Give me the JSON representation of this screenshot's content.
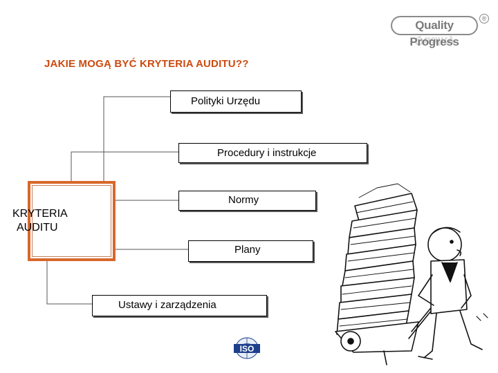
{
  "logo": {
    "text": "Quality Progress",
    "registered": "®"
  },
  "title": "JAKIE MOGĄ BYĆ KRYTERIA AUDITU??",
  "center": {
    "line1": "KRYTERIA",
    "line2": "AUDITU"
  },
  "criteria": [
    {
      "label": "Polityki Urzędu"
    },
    {
      "label": "Procedury i instrukcje"
    },
    {
      "label": "Normy"
    },
    {
      "label": "Plany"
    },
    {
      "label": "Ustawy i zarządzenia"
    }
  ],
  "iso_logo": {
    "text": "ISO"
  },
  "colors": {
    "accent": "#d9672a",
    "title": "#cc4a10"
  }
}
